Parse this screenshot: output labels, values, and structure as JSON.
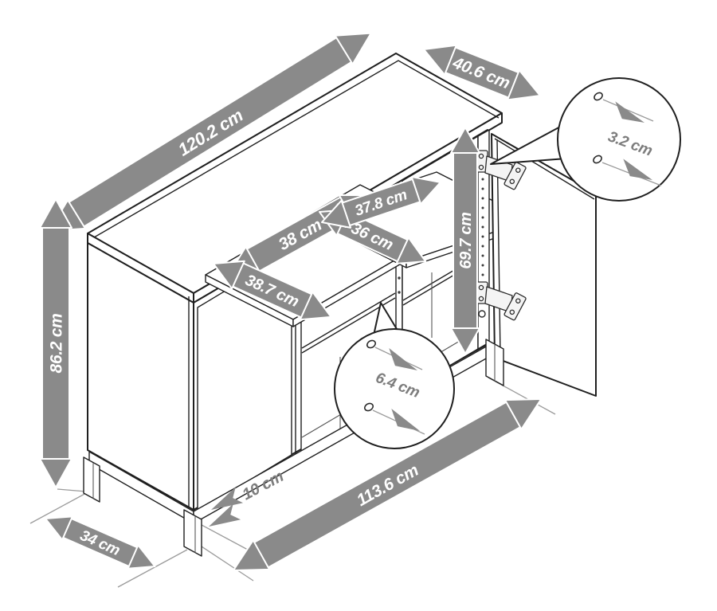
{
  "diagram": {
    "type": "furniture-dimension-diagram",
    "object": "sideboard cabinet with three compartments, two shelf boards, shelf-pin hole strip, two hinges and one open door",
    "unit": "cm",
    "labels": {
      "top_width": "120.2 cm",
      "top_depth": "40.6 cm",
      "overall_height": "86.2 cm",
      "interior_height": "69.7 cm",
      "left_shelf_width": "38 cm",
      "left_shelf_depth": "38.7 cm",
      "right_shelf_depth": "36 cm",
      "right_shelf_width": "37.8 cm",
      "leg_height": "10 cm",
      "base_width": "113.6 cm",
      "base_depth": "34 cm",
      "hinge_hole_spacing": "3.2 cm",
      "shelf_hole_spacing": "6.4 cm"
    },
    "colors": {
      "arrow": "#8a8a8a",
      "arrow_label": "#ffffff",
      "gray_label": "#7d7d7d",
      "line": "#1f1f1f",
      "background": "#ffffff"
    }
  }
}
